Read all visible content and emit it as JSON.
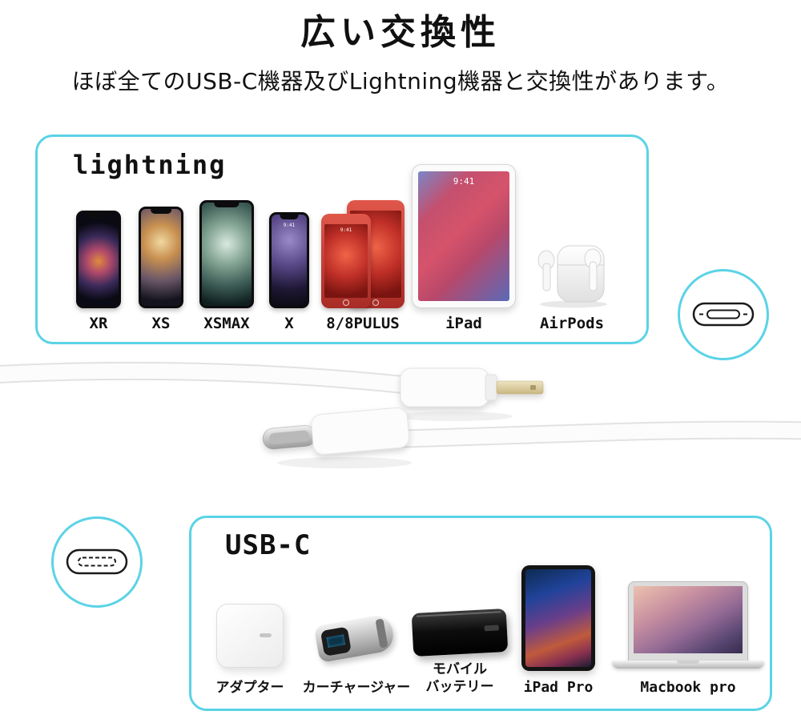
{
  "page": {
    "title": "広い交換性",
    "subtitle": "ほぼ全てのUSB-C機器及びLightning機器と交換性があります。"
  },
  "lightning_section": {
    "label": "lightning",
    "screen_time": "9:41",
    "devices": [
      {
        "label": "XR"
      },
      {
        "label": "XS"
      },
      {
        "label": "XSMAX"
      },
      {
        "label": "X"
      },
      {
        "label": "8/8PULUS"
      },
      {
        "label": "iPad"
      },
      {
        "label": "AirPods"
      }
    ]
  },
  "usbc_section": {
    "label": "USB-C",
    "devices": [
      {
        "label": "アダプター"
      },
      {
        "label": "カーチャージャー"
      },
      {
        "label_line1": "モバイル",
        "label_line2": "バッテリー"
      },
      {
        "label": "iPad Pro"
      },
      {
        "label": "Macbook pro"
      }
    ]
  },
  "icons": {
    "lightning_port": "connector-outline",
    "usbc_port": "connector-outline-dashed"
  },
  "colors": {
    "accent": "#5bd3e6"
  }
}
